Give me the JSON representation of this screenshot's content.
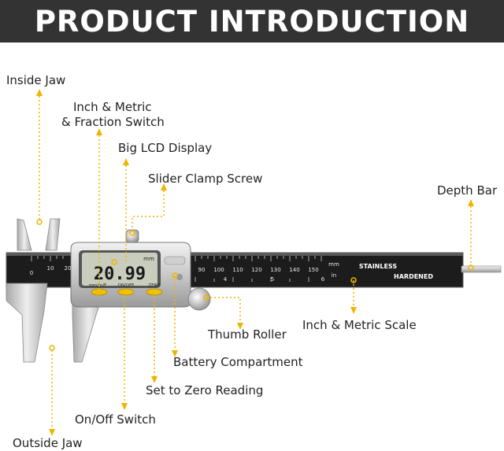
{
  "header": {
    "title": "PRODUCT INTRODUCTION"
  },
  "labels": {
    "inside_jaw": "Inside Jaw",
    "switch_line1": "Inch & Metric",
    "switch_line2": "& Fraction Switch",
    "lcd_display": "Big LCD Display",
    "clamp_screw": "Slider Clamp Screw",
    "depth_bar": "Depth Bar",
    "scale": "Inch & Metric Scale",
    "thumb_roller": "Thumb Roller",
    "battery": "Battery Compartment",
    "zero": "Set to Zero Reading",
    "onoff": "On/Off Switch",
    "outside_jaw": "Outside Jaw"
  },
  "caliper": {
    "lcd_reading": "20.99",
    "lcd_unit": "mm",
    "buttons": [
      "mm/in/F",
      "ON/OFF",
      "ZERO"
    ],
    "scale_numbers": [
      "0",
      "10",
      "20",
      "90",
      "100",
      "110",
      "120",
      "130",
      "140",
      "150"
    ],
    "inch_numbers": [
      "4",
      "5",
      "6"
    ],
    "scale_unit_mm": "mm",
    "scale_unit_in": "in",
    "beam_text1": "STAINLESS",
    "beam_text2": "HARDENED"
  },
  "colors": {
    "accent": "#f0b400",
    "banner": "#333333",
    "beam": "#1c1c1c"
  }
}
